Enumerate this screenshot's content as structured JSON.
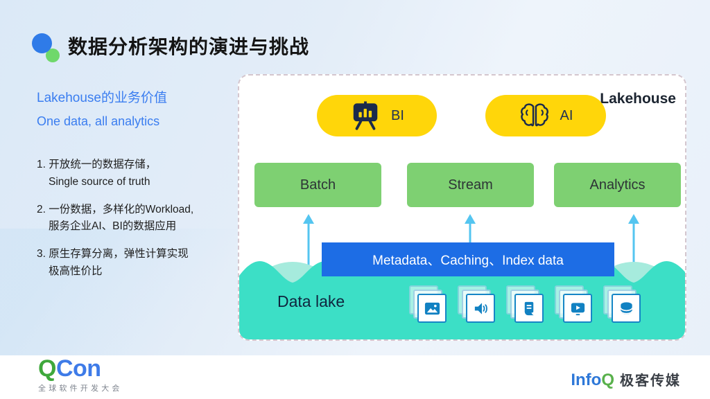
{
  "slide": {
    "title": "数据分析架构的演进与挑战",
    "left": {
      "heading_cn": "Lakehouse的业务价值",
      "heading_en": "One data, all analytics",
      "points": [
        {
          "line1": "1. 开放统一的数据存储，",
          "line2": "Single source of truth"
        },
        {
          "line1": "2. 一份数据，多样化的Workload,",
          "line2": "服务企业AI、BI的数据应用"
        },
        {
          "line1": "3. 原生存算分离，弹性计算实现",
          "line2": "极高性价比"
        }
      ]
    },
    "diagram": {
      "corner_label": "Lakehouse",
      "pills": [
        {
          "label": "BI"
        },
        {
          "label": "AI"
        }
      ],
      "workload_boxes": [
        "Batch",
        "Stream",
        "Analytics"
      ],
      "metadata_bar_label": "Metadata、Caching、Index data",
      "data_lake_label": "Data lake",
      "data_type_icons": [
        "image-file-icon",
        "audio-file-icon",
        "document-file-icon",
        "video-file-icon",
        "database-file-icon"
      ]
    },
    "footer": {
      "qcon": {
        "q": "Q",
        "con": "Con",
        "subtitle": "全球软件开发大会"
      },
      "infoq": {
        "info": "Info",
        "q": "Q",
        "brand": "极客传媒"
      }
    },
    "colors": {
      "pill_yellow": "#ffd60a",
      "box_green": "#7ed072",
      "lake_teal": "#3cdfc6",
      "lake_teal_light": "#a6ebdd",
      "metadata_blue": "#1d6de5",
      "arrow_blue": "#54c5f0",
      "heading_blue": "#3a7df0"
    }
  }
}
